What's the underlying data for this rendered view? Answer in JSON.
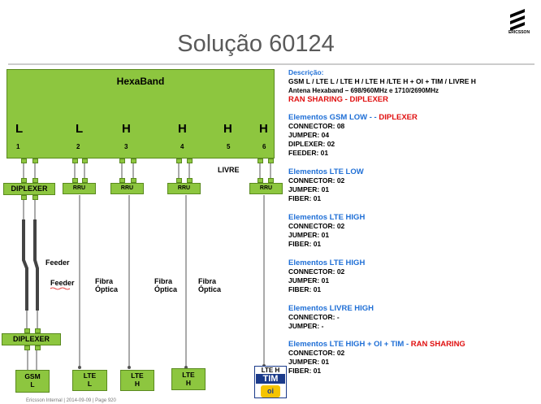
{
  "title": "Solução 60124",
  "logo": {
    "name": "ERICSSON"
  },
  "hexaband": {
    "label": "HexaBand",
    "bands": [
      "L",
      "L",
      "H",
      "H",
      "H",
      "H"
    ],
    "ports": [
      "1",
      "2",
      "3",
      "4",
      "5",
      "6"
    ]
  },
  "modules": {
    "diplexer": "DIPLEXER",
    "rru": "RRU",
    "livre": "LIVRE"
  },
  "links": {
    "feeder": "Feeder",
    "fibra1": "Fibra",
    "fibra2": "Óptica"
  },
  "bottom": {
    "gsm_l_1": "GSM",
    "gsm_l_2": "L",
    "lte_l_1": "LTE",
    "lte_l_2": "L",
    "lte_h_1": "LTE",
    "lte_h_2": "H",
    "lte_h_tim": "LTE H",
    "tim": "TIM",
    "oi": "oi"
  },
  "info": {
    "desc_title": "Descrição:",
    "desc_line1": "GSM L / LTE L / LTE H / LTE H /LTE H + OI + TIM / LIVRE H",
    "desc_line2": "Antena Hexaband – 698/960MHz  e  1710/2690MHz",
    "desc_line3": "RAN SHARING - DIPLEXER",
    "g1_title": "Elementos  GSM LOW - -",
    "g1_title_red": "DIPLEXER",
    "g1_l1": "CONNECTOR: 08",
    "g1_l2": "JUMPER: 04",
    "g1_l3": "DIPLEXER: 02",
    "g1_l4": "FEEDER: 01",
    "g2_title": "Elementos  LTE LOW",
    "g2_l1": "CONNECTOR: 02",
    "g2_l2": "JUMPER: 01",
    "g2_l3": "FIBER: 01",
    "g3_title": "Elementos  LTE HIGH",
    "g3_l1": "CONNECTOR: 02",
    "g3_l2": "JUMPER: 01",
    "g3_l3": "FIBER: 01",
    "g4_title": "Elementos  LTE HIGH",
    "g4_l1": "CONNECTOR: 02",
    "g4_l2": "JUMPER: 01",
    "g4_l3": "FIBER: 01",
    "g5_title": "Elementos  LIVRE HIGH",
    "g5_l1": "CONNECTOR: -",
    "g5_l2": "JUMPER: -",
    "g6_title": "Elementos  LTE HIGH + OI + TIM -",
    "g6_title_red": "RAN SHARING",
    "g6_l1": "CONNECTOR: 02",
    "g6_l2": "JUMPER: 01",
    "g6_l3": "FIBER: 01"
  },
  "footer": "Ericsson Internal  |  2014-09-09  |  Page 920",
  "colors": {
    "module_green": "#8dc63f",
    "heading_blue": "#1f6fd6",
    "alert_red": "#e01010"
  }
}
